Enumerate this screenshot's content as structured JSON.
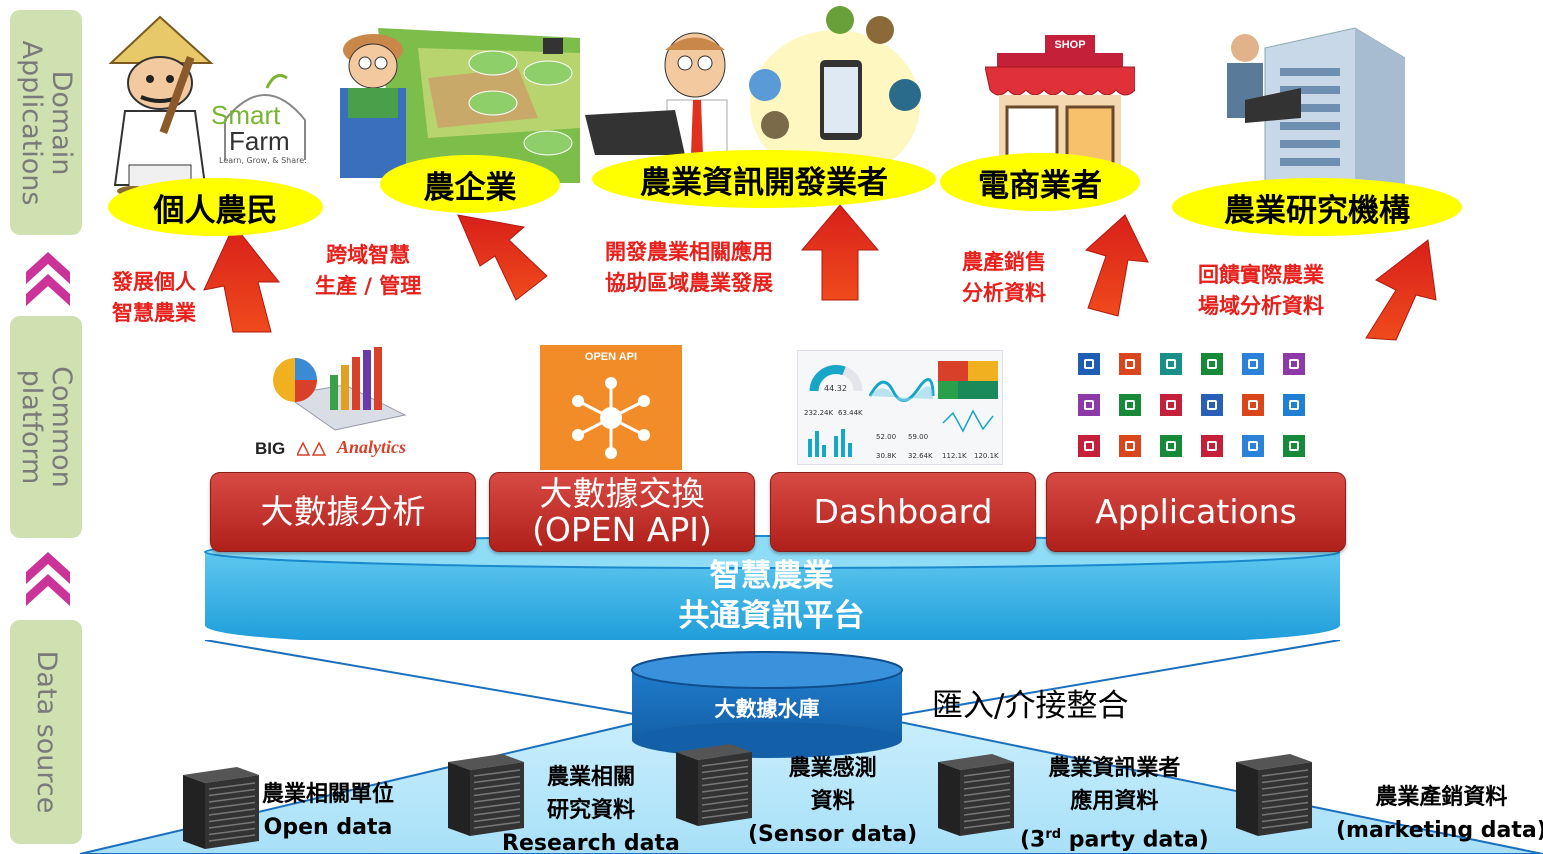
{
  "layers": [
    {
      "label": "Domain Applications"
    },
    {
      "label": "Common platform"
    },
    {
      "label": "Data source"
    }
  ],
  "domain_apps": [
    {
      "title": "個人農民",
      "desc": [
        "發展個人",
        "智慧農業"
      ]
    },
    {
      "title": "農企業",
      "desc": [
        "跨域智慧",
        "生產 / 管理"
      ]
    },
    {
      "title": "農業資訊開發業者",
      "desc": [
        "開發農業相關應用",
        "協助區域農業發展"
      ]
    },
    {
      "title": "電商業者",
      "desc": [
        "農產銷售",
        "分析資料"
      ]
    },
    {
      "title": "農業研究機構",
      "desc": [
        "回饋實際農業",
        "場域分析資料"
      ]
    }
  ],
  "smart_farm": {
    "line1": "Smart",
    "line2": "Farm",
    "tagline": "Learn, Grow, & Share."
  },
  "shop_sign": "SHOP",
  "open_api_tile": "OPEN API",
  "big_data_logo": {
    "big": "BIG",
    "analytics": "Analytics"
  },
  "dashboard_thumb": {
    "gauge": "44.32",
    "kpis": [
      "232.24K",
      "63.44K",
      "52.00",
      "59.00",
      "30.8K",
      "32.64K",
      "112.1K",
      "120.1K"
    ]
  },
  "platform_tabs": [
    {
      "label": "大數據分析"
    },
    {
      "line1": "大數據交換",
      "line2": "(OPEN API)"
    },
    {
      "label": "Dashboard"
    },
    {
      "label": "Applications"
    }
  ],
  "platform": {
    "line1": "智慧農業",
    "line2": "共通資訊平台"
  },
  "data_lake": {
    "label": "大數據水庫"
  },
  "import_label": "匯入/介接整合",
  "data_sources": [
    {
      "line1": "農業相關單位",
      "line2": "Open data"
    },
    {
      "line1": "農業相關",
      "line2": "研究資料",
      "line3": "Research data"
    },
    {
      "line1": "農業感測",
      "line2": "資料",
      "line3": "(Sensor data)"
    },
    {
      "line1": "農業資訊業者",
      "line2": "應用資料",
      "line3_pre": "(3",
      "line3_sup": "rd",
      "line3_post": " party data)"
    },
    {
      "line1": "農業產銷資料",
      "line2": "(marketing data)"
    }
  ],
  "colors": {
    "layer_box": "#cfe1b0",
    "chevron": "#cc3399",
    "ellipse": "#ffff00",
    "arrow_red": "#e8401c",
    "desc_red": "#e8201c",
    "tab_red": "#c0302a",
    "platform_blue": "#27aae1",
    "db_blue": "#1a6fbf"
  },
  "app_tile_colors": [
    "#1e5fb4",
    "#d9461b",
    "#188f87",
    "#178a3a",
    "#2a83d8",
    "#8d3aa8",
    "#8d3aa8",
    "#178a3a",
    "#c4203a",
    "#2a5fb8",
    "#d9461b",
    "#1e7fd4",
    "#c4203a",
    "#d9461b",
    "#178a3a",
    "#c4203a",
    "#2a83d8",
    "#178a3a"
  ]
}
